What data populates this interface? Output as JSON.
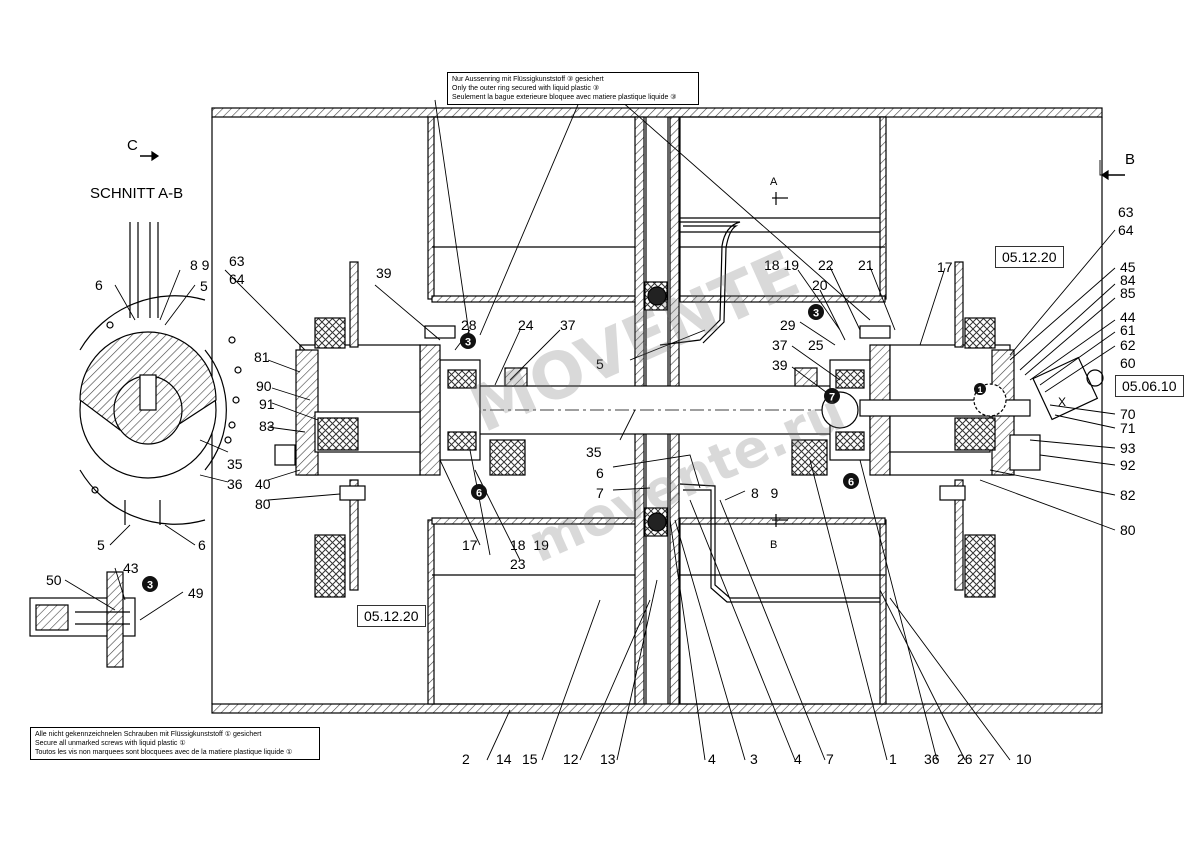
{
  "notes": {
    "top": [
      "Nur Aussenring mit Flüssigkunststoff ③ gesichert",
      "Only the outer ring secured with liquid plastic ③",
      "Seulement la bague exterieure bloquee avec matiere plastique liquide ③"
    ],
    "bottom": [
      "Alle nicht gekennzeichnelen Schrauben mit Flüssigkunststoff ① gesichert",
      "Secure all unmarked screws with liquid plastic ①",
      "Toutos les vis non marquees sont blocquees avec de la matiere plastique liquide ①"
    ]
  },
  "section": {
    "title": "SCHNITT A-B",
    "view_c": "C",
    "view_b": "B",
    "cut_a": "A",
    "cut_b": "B",
    "detail_x": "X"
  },
  "dates": {
    "left": "05.12.20",
    "right_top": "05.12.20",
    "right_mid": "05.06.10"
  },
  "markers": {
    "three": "3",
    "six": "6",
    "seven": "7",
    "one": "1"
  },
  "labels": {
    "s_6a": "6",
    "s_89": "8 9",
    "s_5a": "5",
    "s_35": "35",
    "s_36": "36",
    "s_5b": "5",
    "s_6b": "6",
    "d_50": "50",
    "d_43": "43",
    "d_49": "49",
    "l_6364": "63\n64",
    "l_39": "39",
    "l_81": "81",
    "l_90": "90",
    "l_91": "91",
    "l_83": "83",
    "l_40": "40",
    "l_80": "80",
    "l_28": "28",
    "l_24": "24",
    "l_37": "37",
    "l_17": "17",
    "l_1819": "18  19",
    "l_23": "23",
    "c_35": "35",
    "c_5": "5",
    "c_6": "6",
    "c_7": "7",
    "c_89": "8   9",
    "r_1819": "18 19",
    "r_22": "22",
    "r_21": "21",
    "r_20": "20",
    "r_17": "17",
    "r_29": "29",
    "r_37": "37",
    "r_25": "25",
    "r_39": "39",
    "r_6364": "63\n64",
    "r_45": "45",
    "r_84": "84",
    "r_85": "85",
    "r_44": "44",
    "r_61": "61",
    "r_62": "62",
    "r_60": "60",
    "r_70": "70",
    "r_71": "71",
    "r_93": "93",
    "r_92": "92",
    "r_82": "82",
    "r_80": "80",
    "b_2": "2",
    "b_14": "14",
    "b_15": "15",
    "b_12": "12",
    "b_13": "13",
    "b_4a": "4",
    "b_3": "3",
    "b_4b": "4",
    "b_7": "7",
    "b_1": "1",
    "b_36": "36",
    "b_26": "26",
    "b_27": "27",
    "b_10": "10"
  },
  "watermark": {
    "line1": "MOVENTE",
    "line2": "movente.ru"
  }
}
